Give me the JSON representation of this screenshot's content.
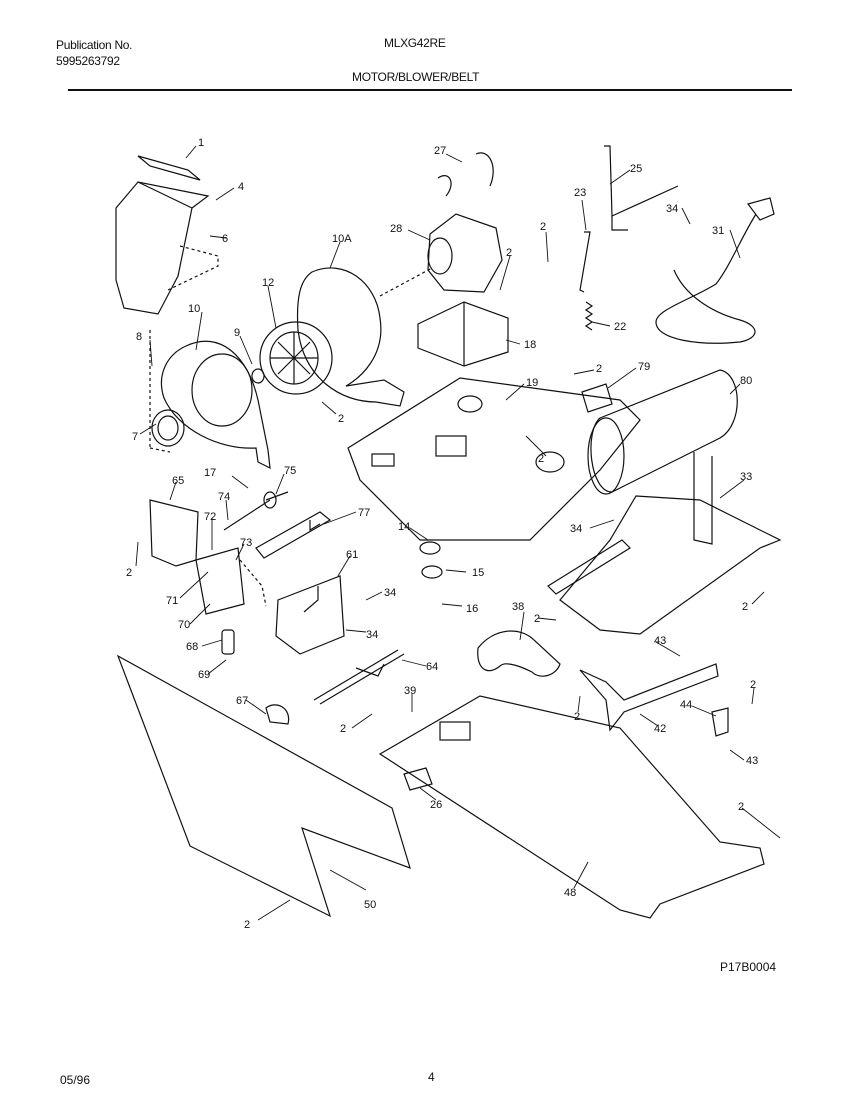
{
  "header": {
    "publication_label": "Publication No.",
    "publication_number": "5995263792",
    "model": "MLXG42RE",
    "section_title": "MOTOR/BLOWER/BELT"
  },
  "callouts": [
    {
      "id": "c1",
      "label": "1"
    },
    {
      "id": "c4",
      "label": "4"
    },
    {
      "id": "c6",
      "label": "6"
    },
    {
      "id": "c10a",
      "label": "10A"
    },
    {
      "id": "c10",
      "label": "10"
    },
    {
      "id": "c12",
      "label": "12"
    },
    {
      "id": "c8",
      "label": "8"
    },
    {
      "id": "c9",
      "label": "9"
    },
    {
      "id": "c7",
      "label": "7"
    },
    {
      "id": "c2a",
      "label": "2"
    },
    {
      "id": "c17",
      "label": "17"
    },
    {
      "id": "c75",
      "label": "75"
    },
    {
      "id": "c27",
      "label": "27"
    },
    {
      "id": "c28",
      "label": "28"
    },
    {
      "id": "c2b",
      "label": "2"
    },
    {
      "id": "c2c",
      "label": "2"
    },
    {
      "id": "c18",
      "label": "18"
    },
    {
      "id": "c23",
      "label": "23"
    },
    {
      "id": "c25",
      "label": "25"
    },
    {
      "id": "c34a",
      "label": "34"
    },
    {
      "id": "c31",
      "label": "31"
    },
    {
      "id": "c22",
      "label": "22"
    },
    {
      "id": "c2d",
      "label": "2"
    },
    {
      "id": "c79",
      "label": "79"
    },
    {
      "id": "c80",
      "label": "80"
    },
    {
      "id": "c19",
      "label": "19"
    },
    {
      "id": "c2e",
      "label": "2"
    },
    {
      "id": "c33",
      "label": "33"
    },
    {
      "id": "c34b",
      "label": "34"
    },
    {
      "id": "c65",
      "label": "65"
    },
    {
      "id": "c74",
      "label": "74"
    },
    {
      "id": "c72",
      "label": "72"
    },
    {
      "id": "c77",
      "label": "77"
    },
    {
      "id": "c2f",
      "label": "2"
    },
    {
      "id": "c73",
      "label": "73"
    },
    {
      "id": "c14",
      "label": "14"
    },
    {
      "id": "c61",
      "label": "61"
    },
    {
      "id": "c15",
      "label": "15"
    },
    {
      "id": "c71",
      "label": "71"
    },
    {
      "id": "c34c",
      "label": "34"
    },
    {
      "id": "c16",
      "label": "16"
    },
    {
      "id": "c70",
      "label": "70"
    },
    {
      "id": "c34d",
      "label": "34"
    },
    {
      "id": "c38",
      "label": "38"
    },
    {
      "id": "c2g",
      "label": "2"
    },
    {
      "id": "c2h",
      "label": "2"
    },
    {
      "id": "c68",
      "label": "68"
    },
    {
      "id": "c43a",
      "label": "43"
    },
    {
      "id": "c64",
      "label": "64"
    },
    {
      "id": "c69",
      "label": "69"
    },
    {
      "id": "c39",
      "label": "39"
    },
    {
      "id": "c67",
      "label": "67"
    },
    {
      "id": "c2i",
      "label": "2"
    },
    {
      "id": "c2j",
      "label": "2"
    },
    {
      "id": "c42",
      "label": "42"
    },
    {
      "id": "c44",
      "label": "44"
    },
    {
      "id": "c2k",
      "label": "2"
    },
    {
      "id": "c43b",
      "label": "43"
    },
    {
      "id": "c26",
      "label": "26"
    },
    {
      "id": "c2l",
      "label": "2"
    },
    {
      "id": "c48",
      "label": "48"
    },
    {
      "id": "c50",
      "label": "50"
    },
    {
      "id": "c2m",
      "label": "2"
    }
  ],
  "drawing_code": "P17B0004",
  "footer": {
    "date": "05/96",
    "page": "4"
  }
}
